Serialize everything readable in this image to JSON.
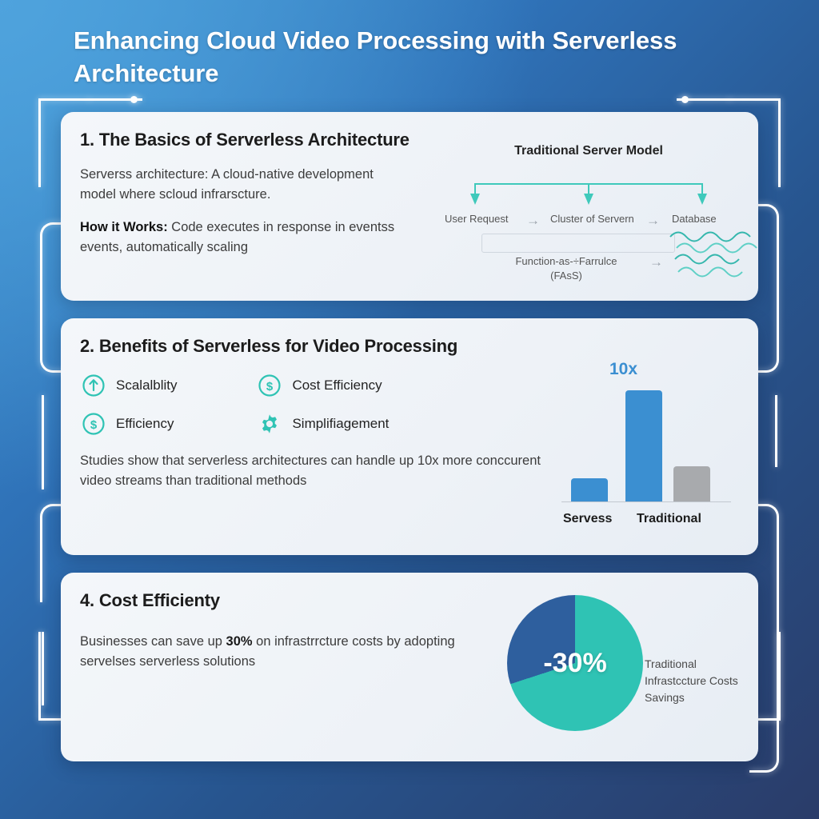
{
  "title": "Enhancing Cloud Video Processing with Serverless Architecture",
  "colors": {
    "accent_teal": "#2fc3b4",
    "accent_blue": "#3b8fd1",
    "pie_dark": "#2e5f9e",
    "bar_gray": "#a8aaad",
    "bg_light": "#4fa3dd",
    "bg_dark": "#2a3c69"
  },
  "section1": {
    "heading": "1. The Basics of Serverless Architecture",
    "paragraph1": "Serverss architecture: A cloud-native development model where scloud infrarscture.",
    "paragraph2_label": "How it Works:",
    "paragraph2": " Code executes in response in eventss events, automatically scaling",
    "diagram": {
      "title": "Traditional Server Model",
      "nodes": [
        "User Request",
        "Cluster of Servern",
        "Database"
      ],
      "arrow": "→",
      "faas_label_line1": "Function-as-÷Farrulce",
      "faas_label_line2": "(FAsS)"
    }
  },
  "section2": {
    "heading": "2. Benefits of Serverless for Video Processing",
    "benefits": [
      {
        "label": "Scalalblity",
        "icon": "up-arrow-circle-icon"
      },
      {
        "label": "Cost Efficiency",
        "icon": "dollar-circle-icon"
      },
      {
        "label": "Efficiency",
        "icon": "dollar-circle-icon"
      },
      {
        "label": "Simplifiagement",
        "icon": "gear-icon"
      }
    ],
    "note": "Studies show that serverless architectures can handle up 10x more conccurent video streams than traditional methods"
  },
  "section3": {
    "heading": "4. Cost Efficienty",
    "body_pre": "Businesses can save up ",
    "body_strong": "30%",
    "body_post": " on infrastrrcture costs by adopting servelses serverless solutions",
    "pie_label": "-30%",
    "legend": "Traditional Infrastccture Costs Savings"
  },
  "chart_data": [
    {
      "type": "bar",
      "title": "",
      "categories": [
        "Servess",
        "",
        "Traditional"
      ],
      "tick_labels": [
        "Servess",
        "Traditional"
      ],
      "values": [
        2,
        10,
        3
      ],
      "value_labels": [
        "",
        "10x",
        ""
      ],
      "series_colors": [
        "#3b8fd1",
        "#3b8fd1",
        "#a8aaad"
      ],
      "ylim": [
        0,
        11
      ],
      "grid": false,
      "legend": "none",
      "xlabel": "",
      "ylabel": ""
    },
    {
      "type": "pie",
      "title": "",
      "labels": [
        "Traditional Infrastccture Costs",
        "Savings"
      ],
      "values": [
        30,
        70
      ],
      "colors": [
        "#2e5f9e",
        "#2fc3b4"
      ],
      "center_label": "-30%",
      "legend": "right"
    }
  ]
}
